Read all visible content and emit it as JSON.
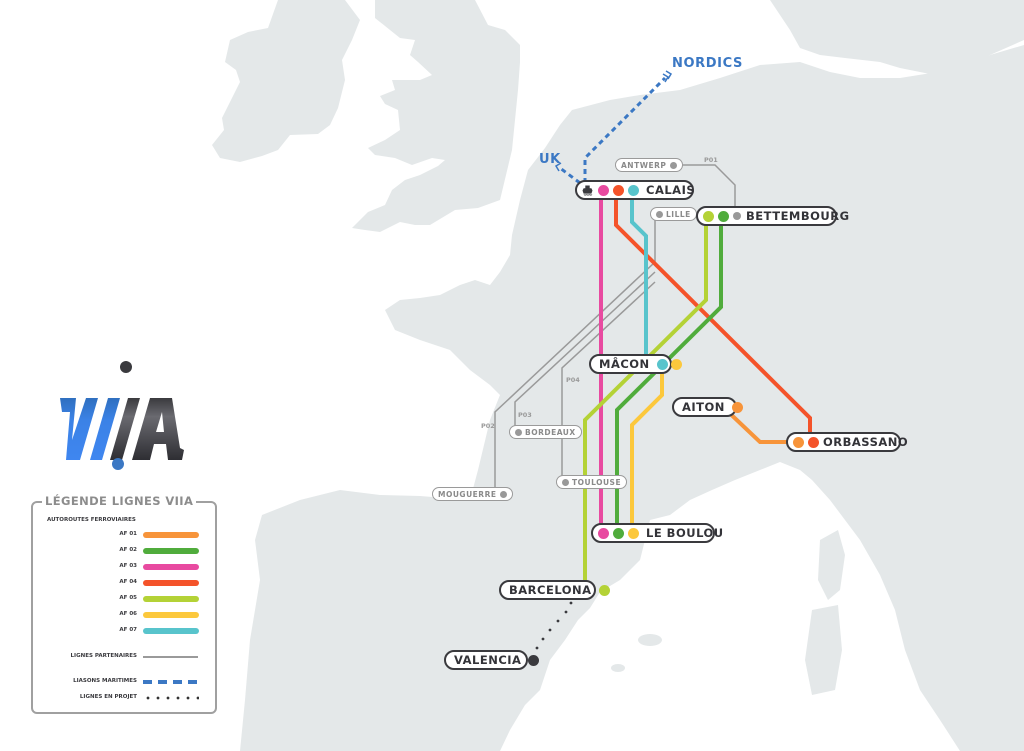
{
  "brand": {
    "name": "VIIA",
    "colors": {
      "blue": "#3b82e6",
      "dark": "#3a3a3e"
    }
  },
  "colors": {
    "land": "#e4e8e9",
    "sea": "#ffffff",
    "AF01": "#f7943a",
    "AF02": "#50ac3c",
    "AF03": "#e84aa0",
    "AF04": "#f4532a",
    "AF05": "#b4d236",
    "AF06": "#fcc83c",
    "AF07": "#58c4cc",
    "partner": "#9a9a9a",
    "maritime": "#3b78c4",
    "project": "#3a3a3e"
  },
  "sea_destinations": [
    {
      "label": "NORDICS"
    },
    {
      "label": "UK"
    }
  ],
  "stations": [
    {
      "id": "calais",
      "label": "CALAIS",
      "lines": [
        "AF03",
        "AF04",
        "AF07"
      ],
      "ship_icon": "ship-icon"
    },
    {
      "id": "bettembourg",
      "label": "BETTEMBOURG",
      "lines": [
        "AF05",
        "AF02"
      ],
      "partner_dot": true
    },
    {
      "id": "macon",
      "label": "MÂCON",
      "lines": [
        "AF07",
        "AF06"
      ]
    },
    {
      "id": "aiton",
      "label": "AITON",
      "lines": [
        "AF01"
      ]
    },
    {
      "id": "orbassano",
      "label": "ORBASSANO",
      "lines": [
        "AF01",
        "AF04"
      ]
    },
    {
      "id": "le-boulou",
      "label": "LE BOULOU",
      "lines": [
        "AF03",
        "AF02",
        "AF06"
      ]
    },
    {
      "id": "barcelona",
      "label": "BARCELONA",
      "lines": [
        "AF05"
      ]
    },
    {
      "id": "valencia",
      "label": "VALENCIA",
      "lines": [
        "project"
      ]
    }
  ],
  "partner_stations": [
    {
      "id": "antwerp",
      "label": "ANTWERP"
    },
    {
      "id": "lille",
      "label": "LILLE"
    },
    {
      "id": "bordeaux",
      "label": "BORDEAUX"
    },
    {
      "id": "toulouse",
      "label": "TOULOUSE"
    },
    {
      "id": "mouguerre",
      "label": "MOUGUERRE"
    }
  ],
  "partner_lines": [
    {
      "label": "P01"
    },
    {
      "label": "P02"
    },
    {
      "label": "P03"
    },
    {
      "label": "P04"
    }
  ],
  "legend": {
    "title": "LÉGENDE LIGNES VIIA",
    "section_title": "AUTOROUTES FERROVIAIRES",
    "items": [
      {
        "label": "AF 01",
        "color": "#f7943a"
      },
      {
        "label": "AF 02",
        "color": "#50ac3c"
      },
      {
        "label": "AF 03",
        "color": "#e84aa0"
      },
      {
        "label": "AF 04",
        "color": "#f4532a"
      },
      {
        "label": "AF 05",
        "color": "#b4d236"
      },
      {
        "label": "AF 06",
        "color": "#fcc83c"
      },
      {
        "label": "AF 07",
        "color": "#58c4cc"
      }
    ],
    "partner_label": "LIGNES PARTENAIRES",
    "maritime_label": "LIASONS MARITIMES",
    "project_label": "LIGNES EN PROJET"
  }
}
